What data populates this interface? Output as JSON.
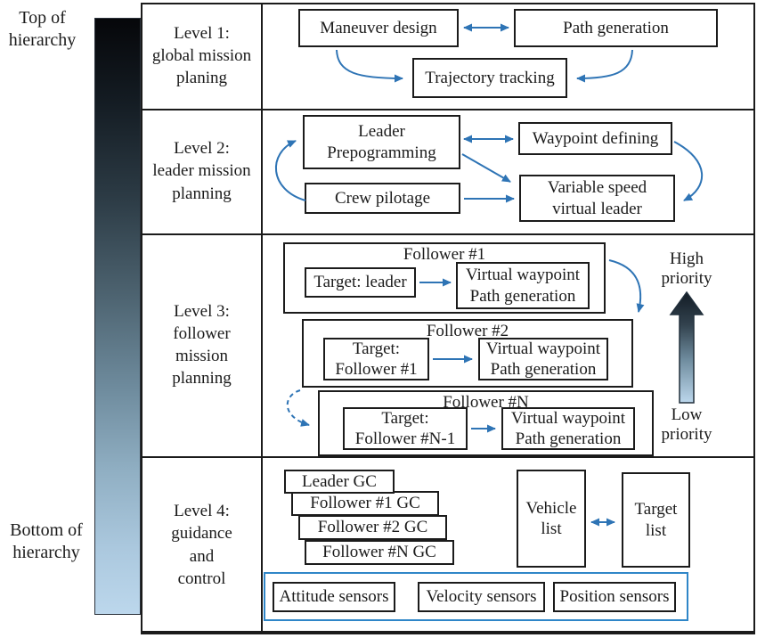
{
  "rail": {
    "top_label": "Top of\nhierarchy",
    "bottom_label": "Bottom of\nhierarchy"
  },
  "levels": [
    {
      "label": "Level 1:\nglobal mission\nplaning"
    },
    {
      "label": "Level 2:\nleader mission\nplanning"
    },
    {
      "label": "Level 3:\nfollower\nmission\nplanning"
    },
    {
      "label": "Level 4:\nguidance\nand\ncontrol"
    }
  ],
  "level1": {
    "maneuver_design": "Maneuver design",
    "path_generation": "Path generation",
    "trajectory_tracking": "Trajectory tracking"
  },
  "level2": {
    "leader_preprogramming": "Leader\nPrepogramming",
    "waypoint_defining": "Waypoint defining",
    "crew_pilotage": "Crew pilotage",
    "variable_speed_virtual_leader": "Variable speed\nvirtual leader"
  },
  "level3": {
    "followers": [
      {
        "title": "Follower #1",
        "target": "Target: leader",
        "generator": "Virtual waypoint\nPath generation"
      },
      {
        "title": "Follower #2",
        "target": "Target:\nFollower #1",
        "generator": "Virtual waypoint\nPath generation"
      },
      {
        "title": "Follower #N",
        "target": "Target:\nFollower #N-1",
        "generator": "Virtual waypoint\nPath generation"
      }
    ],
    "high_priority": "High\npriority",
    "low_priority": "Low\npriority"
  },
  "level4": {
    "gc_stack": [
      "Leader GC",
      "Follower #1 GC",
      "Follower #2 GC",
      "Follower #N GC"
    ],
    "vehicle_list": "Vehicle\nlist",
    "target_list": "Target\nlist",
    "sensors": [
      "Attitude sensors",
      "Velocity sensors",
      "Position sensors"
    ]
  },
  "colors": {
    "arrow_blue": "#2e74b5",
    "sensor_frame_blue": "#2f86c8",
    "gradient_bar_top": "#06070a",
    "gradient_bar_bottom": "#bcd7ec"
  }
}
